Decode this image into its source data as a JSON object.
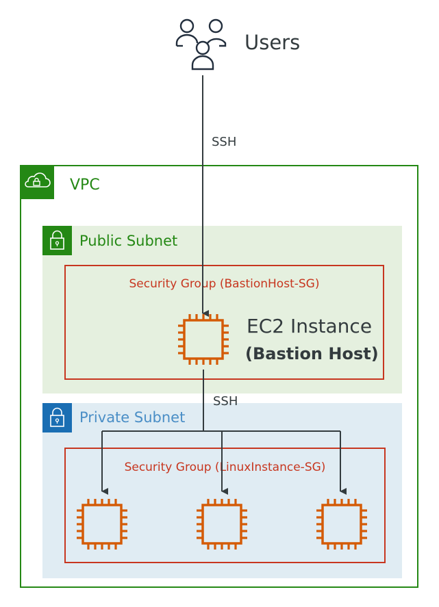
{
  "users": {
    "label": "Users",
    "icon": "users-icon"
  },
  "connections": {
    "ssh_top": "SSH",
    "ssh_bottom": "SSH"
  },
  "vpc": {
    "label": "VPC",
    "color": "#248814",
    "icon": "cloud-lock-icon"
  },
  "public_subnet": {
    "label": "Public Subnet",
    "color": "#248814",
    "background": "#e5f0df",
    "icon": "lock-icon"
  },
  "private_subnet": {
    "label": "Private Subnet",
    "color": "#1a6eb3",
    "background": "#e0ecf3",
    "icon": "lock-icon"
  },
  "bastion_sg": {
    "label": "Security Group (BastionHost-SG)",
    "color": "#c7361f"
  },
  "linux_sg": {
    "label": "Security Group (LinuxInstance-SG)",
    "color": "#c7361f"
  },
  "bastion_instance": {
    "title": "EC2 Instance",
    "subtitle": "(Bastion Host)",
    "icon": "ec2-chip-icon"
  },
  "private_instances": [
    {
      "icon": "ec2-chip-icon"
    },
    {
      "icon": "ec2-chip-icon"
    },
    {
      "icon": "ec2-chip-icon"
    }
  ]
}
